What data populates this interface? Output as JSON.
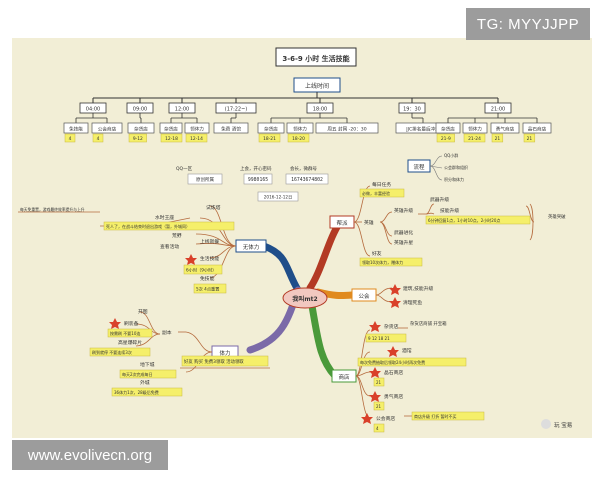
{
  "overlays": {
    "top_right": "TG: MYYJJPP",
    "bottom_left": "www.evolivecn.org"
  },
  "title": "3-6-9 小时 生活技能",
  "timeline": {
    "header": "上线时间",
    "slots": [
      {
        "time": "04:00",
        "items": [
          {
            "label": "免技能",
            "value": "4"
          },
          {
            "label": "公会商店",
            "value": "4"
          }
        ]
      },
      {
        "time": "09:00",
        "items": [
          {
            "label": "杂货店",
            "value": "9-12"
          }
        ]
      },
      {
        "time": "12:00",
        "items": [
          {
            "label": "杂货店",
            "value": "12-18"
          },
          {
            "label": "领体力",
            "value": "12-14"
          }
        ]
      },
      {
        "time": "(17:22~)",
        "items": [
          {
            "label": "免费 酒馆",
            "value": ""
          }
        ]
      },
      {
        "time": "18:00",
        "items": [
          {
            "label": "杂货店",
            "value": "18-21"
          },
          {
            "label": "领体力",
            "value": "18-20"
          },
          {
            "label": "周五 封网 -20：30",
            "value": ""
          }
        ]
      },
      {
        "time": "19：30",
        "items": [
          {
            "label": "JJC排名最后冲刺",
            "value": ""
          }
        ]
      },
      {
        "time": "21:00",
        "items": [
          {
            "label": "杂货店",
            "value": "21-9"
          },
          {
            "label": "领体力",
            "value": "21-24"
          },
          {
            "label": "勇气商店",
            "value": "21"
          },
          {
            "label": "晶石商店",
            "value": "21"
          }
        ]
      }
    ]
  },
  "info": {
    "qq_label": "QQ一区",
    "qq_value": "原创所属",
    "wx_label": "上会，开心密码",
    "wx_value": "9980165",
    "qq2_label": "会长，微群号",
    "qq2_value": "16743674802",
    "date": "2016-12-12日"
  },
  "flow": {
    "label": "流程",
    "items": [
      "QQ小群",
      "公会群和组织",
      "积分和体力"
    ]
  },
  "center": "我叫mt2",
  "branches": {
    "stamina": {
      "label": "无体力",
      "items": [
        {
          "label": "试炼塔",
          "note": ""
        },
        {
          "label": "水时王座",
          "note": "死人了，在战斗结束时退出游戏（暂，外城同）"
        },
        {
          "label": "荒野",
          "note": ""
        },
        {
          "label": "查看活动",
          "note": ""
        },
        {
          "label": "上线就餐",
          "note": ""
        },
        {
          "label": "生活技能",
          "note": "6小时（9小时）"
        },
        {
          "label": "免技能",
          "note": "5次 4点重置"
        }
      ],
      "side_note": "每天免重置，游戏最终效率提升与上升"
    },
    "power": {
      "label": "体力",
      "groups": [
        {
          "title": "副本",
          "items": [
            "开图",
            "刷装备",
            "按需刷 不要10连",
            "高星爆碎片",
            "刷到就停 不要连续3次"
          ]
        },
        {
          "title": "地下城",
          "items": [
            "每天2次完成每日"
          ]
        },
        {
          "title": "外城",
          "items": [
            "36体力1次，28级后免费"
          ]
        }
      ],
      "main": "好友 购买 免费3领取 活动领取"
    },
    "gang": {
      "label": "帮派",
      "items": [
        {
          "label": "每日任务",
          "note": "必做，丰富经验"
        },
        {
          "label": "英雄",
          "note": ""
        },
        {
          "label": "英雄升级",
          "note": ""
        },
        {
          "label": "武器升级",
          "note": ""
        },
        {
          "label": "技能升级",
          "note": ""
        },
        {
          "label": "武器进化",
          "note": ""
        },
        {
          "label": "英雄升星",
          "note": ""
        },
        {
          "label": "好友",
          "note": ""
        }
      ],
      "skill_note": "6分钟回复1点，1小时10点，2小时20点",
      "friend_note": "领取10次体力，赠体力",
      "breakthrough": "英雄突破"
    },
    "guild": {
      "label": "公会",
      "items": [
        "建筑,技能升级",
        "清理死鱼"
      ]
    },
    "shop": {
      "label": "商店",
      "items": [
        {
          "label": "杂货店",
          "note": "9 12 18 21",
          "sub": "杂货店商铺 开宝箱"
        },
        {
          "label": "酒馆",
          "note": "每次免费抽取后领取24小时再次免费"
        },
        {
          "label": "晶石商店",
          "note": "21"
        },
        {
          "label": "勇气商店",
          "note": "21"
        },
        {
          "label": "公会商店",
          "note": "4",
          "sub": "商店升级 打折 暂时不买"
        }
      ]
    }
  },
  "logo": "玩 宝易",
  "colors": {
    "paper": "#f2eed6",
    "box": "#ffffff",
    "blue": "#1f4e8a",
    "purple": "#7b6aa8",
    "green": "#4a9a3a",
    "red": "#b33a24",
    "orange": "#e08a1e",
    "yellow": "#f5ef6a",
    "center": "#f1c8c0",
    "branch": "#b56b3e"
  }
}
